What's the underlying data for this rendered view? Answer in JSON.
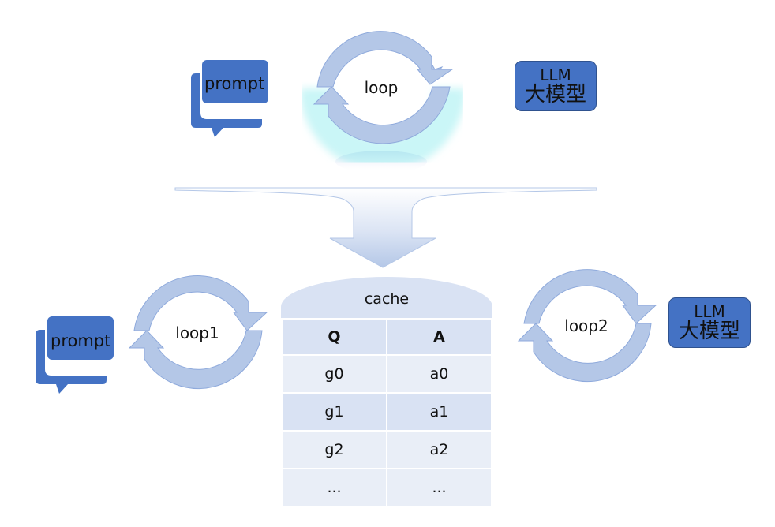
{
  "diagram": {
    "top": {
      "prompt_label": "prompt",
      "loop_label": "loop",
      "llm_line1": "LLM",
      "llm_line2": "大模型"
    },
    "bottom": {
      "prompt_label": "prompt",
      "loop1_label": "loop1",
      "loop2_label": "loop2",
      "llm_line1": "LLM",
      "llm_line2": "大模型"
    },
    "cache": {
      "title": "cache",
      "columns": [
        "Q",
        "A"
      ],
      "rows": [
        [
          "g0",
          "a0"
        ],
        [
          "g1",
          "a1"
        ],
        [
          "g2",
          "a2"
        ],
        [
          "...",
          "..."
        ]
      ]
    },
    "colors": {
      "icon_blue": "#4472c4",
      "arrow_fill": "#b4c7e7",
      "arrow_stroke": "#8faadc",
      "table_dark": "#d9e2f3",
      "table_light": "#e9eef7",
      "glow": "#9eeef0"
    }
  }
}
